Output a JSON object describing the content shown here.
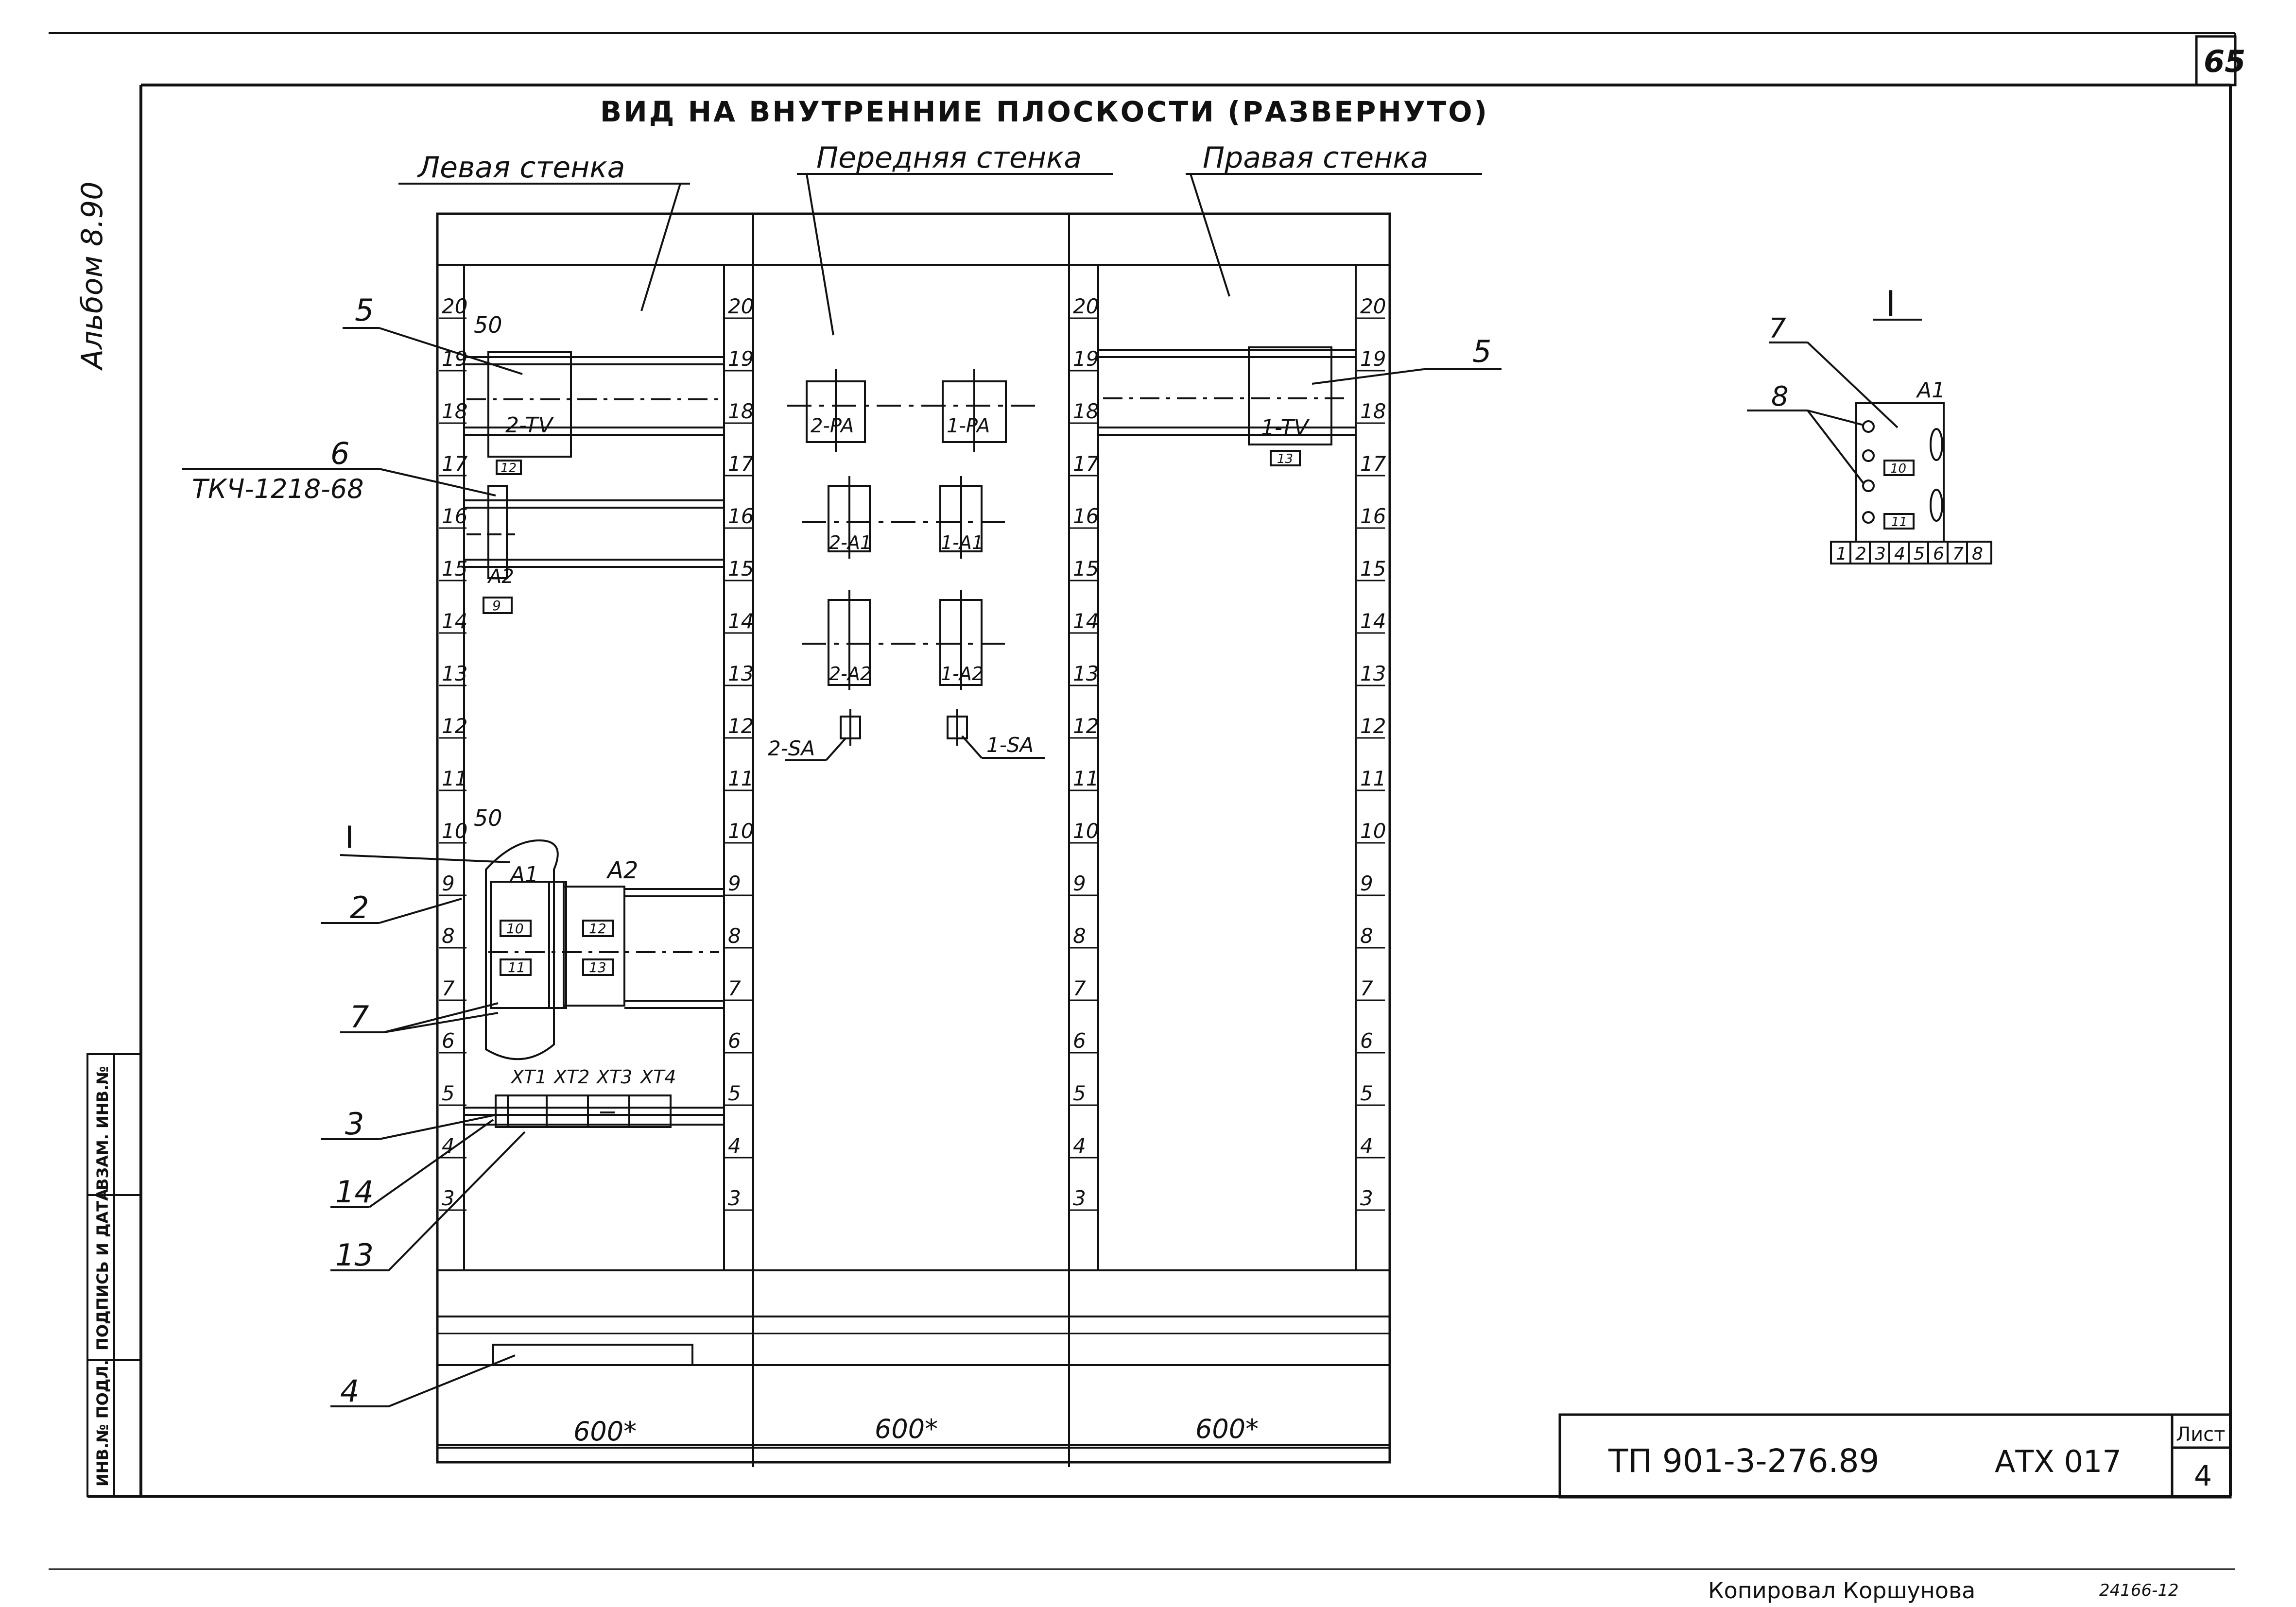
{
  "sheet": {
    "page_number": "65",
    "album": "Альбом 8.90",
    "title": "ВИД НА ВНУТРЕННИЕ ПЛОСКОСТИ (РАЗВЕРНУТО)",
    "walls": {
      "left": "Левая стенка",
      "front": "Передняя стенка",
      "right": "Правая стенка"
    }
  },
  "leaders": {
    "item5_left": "5",
    "item5_right": "5",
    "item6": "6",
    "item6_code": "ТКЧ-1218-68",
    "item2": "2",
    "item7": "7",
    "item3": "3",
    "item14": "14",
    "item13": "13",
    "item4": "4",
    "view_I": "I",
    "dim50_top": "50",
    "dim50_bottom": "50"
  },
  "devices": {
    "tv2": "2-TV",
    "tv2_num": "12",
    "tv1": "1-TV",
    "tv1_num": "13",
    "pa2": "2-PA",
    "pa1": "1-PA",
    "a1_2": "2-A1",
    "a1_1": "1-A1",
    "a2_2": "2-A2",
    "a2_1": "1-A2",
    "sa2": "2-SA",
    "sa1": "1-SA",
    "a2_tag": "A2",
    "a2_tag_num": "9",
    "a1": "A1",
    "a2": "A2",
    "box10": "10",
    "box11": "11",
    "box12": "12",
    "box13": "13",
    "xt1": "XT1",
    "xt2": "XT2",
    "xt3": "XT3",
    "xt4": "XT4"
  },
  "scale_marks": [
    "20",
    "19",
    "18",
    "17",
    "16",
    "15",
    "14",
    "13",
    "12",
    "11",
    "10",
    "9",
    "8",
    "7",
    "6",
    "5",
    "4",
    "3"
  ],
  "dimensions": {
    "left": "600*",
    "front": "600*",
    "right": "600*"
  },
  "detail_I": {
    "label": "I",
    "item7": "7",
    "item8": "8",
    "a1": "A1",
    "box10": "10",
    "box11": "11",
    "terminals": [
      "1",
      "2",
      "3",
      "4",
      "5",
      "6",
      "7",
      "8"
    ]
  },
  "stamp_column": [
    "ИНВ.№ ПОДЛ.",
    "ПОДПИСЬ И ДАТА",
    "ВЗАМ. ИНВ.№"
  ],
  "title_block": {
    "code": "ТП 901-3-276.89",
    "doc": "АТХ 017",
    "sheet_label": "Лист",
    "sheet_no": "4"
  },
  "footer": {
    "copied": "Копировал  Коршунова",
    "note": "24166-12"
  }
}
